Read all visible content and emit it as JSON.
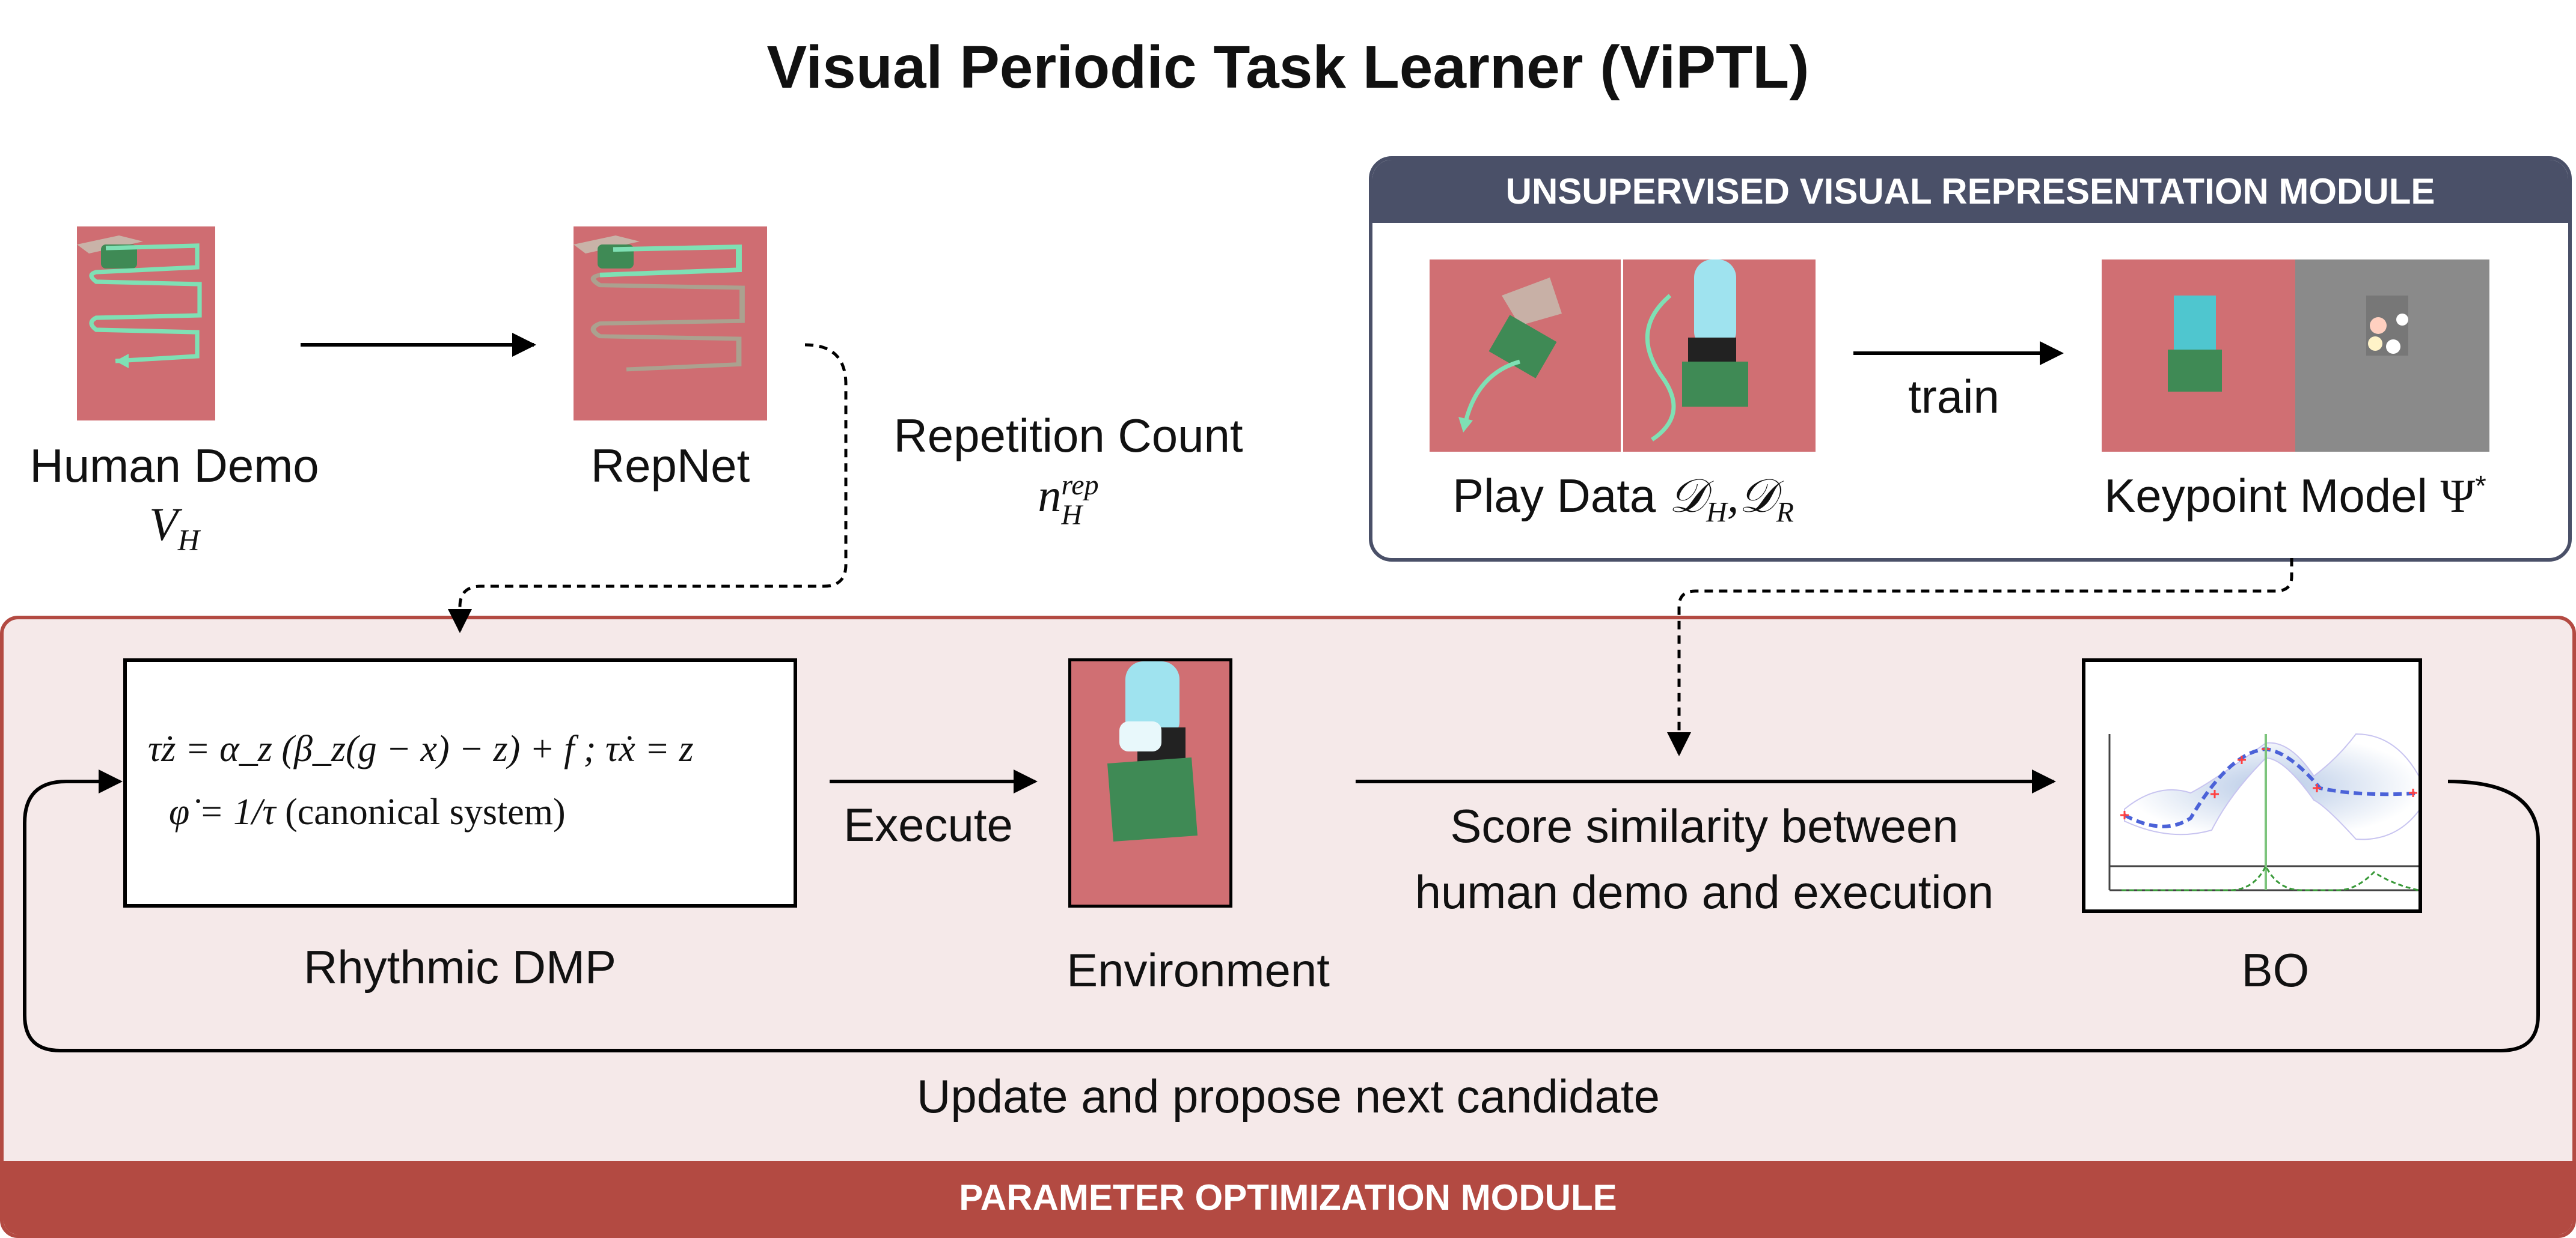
{
  "title": "Visual Periodic Task Learner (ViPTL)",
  "human_demo": {
    "label": "Human Demo",
    "symbol": "V",
    "symbol_sub": "H"
  },
  "repnet": {
    "label": "RepNet"
  },
  "repetition": {
    "label": "Repetition Count",
    "symbol": "n",
    "symbol_sub": "H",
    "symbol_sup": "rep"
  },
  "unsupervised_module": {
    "header": "UNSUPERVISED VISUAL REPRESENTATION MODULE",
    "play_data": {
      "label": "Play Data",
      "sym1": "𝒟",
      "sub1": "H",
      "sep": ",",
      "sym2": "𝒟",
      "sub2": "R"
    },
    "train_label": "train",
    "keypoint_model": {
      "label": "Keypoint Model",
      "symbol": "Ψ",
      "sup": "*"
    }
  },
  "parameter_module": {
    "footer": "PARAMETER OPTIMIZATION MODULE",
    "dmp": {
      "label": "Rhythmic DMP",
      "eq1": "τż = α_z (β_z(g − x) − z) + f ; τẋ = z",
      "eq2_lhs": "φ̇ = 1/τ",
      "eq2_rhs": "(canonical system)"
    },
    "execute_label": "Execute",
    "environment_label": "Environment",
    "score_line1": "Score similarity between",
    "score_line2": "human demo and execution",
    "bo_label": "BO",
    "update_label": "Update and propose next candidate"
  },
  "colors": {
    "top_module": "#4a5068",
    "bottom_module": "#b34a42",
    "bottom_fill": "#f5e9e9",
    "trajectory": "#7fe0b4"
  }
}
